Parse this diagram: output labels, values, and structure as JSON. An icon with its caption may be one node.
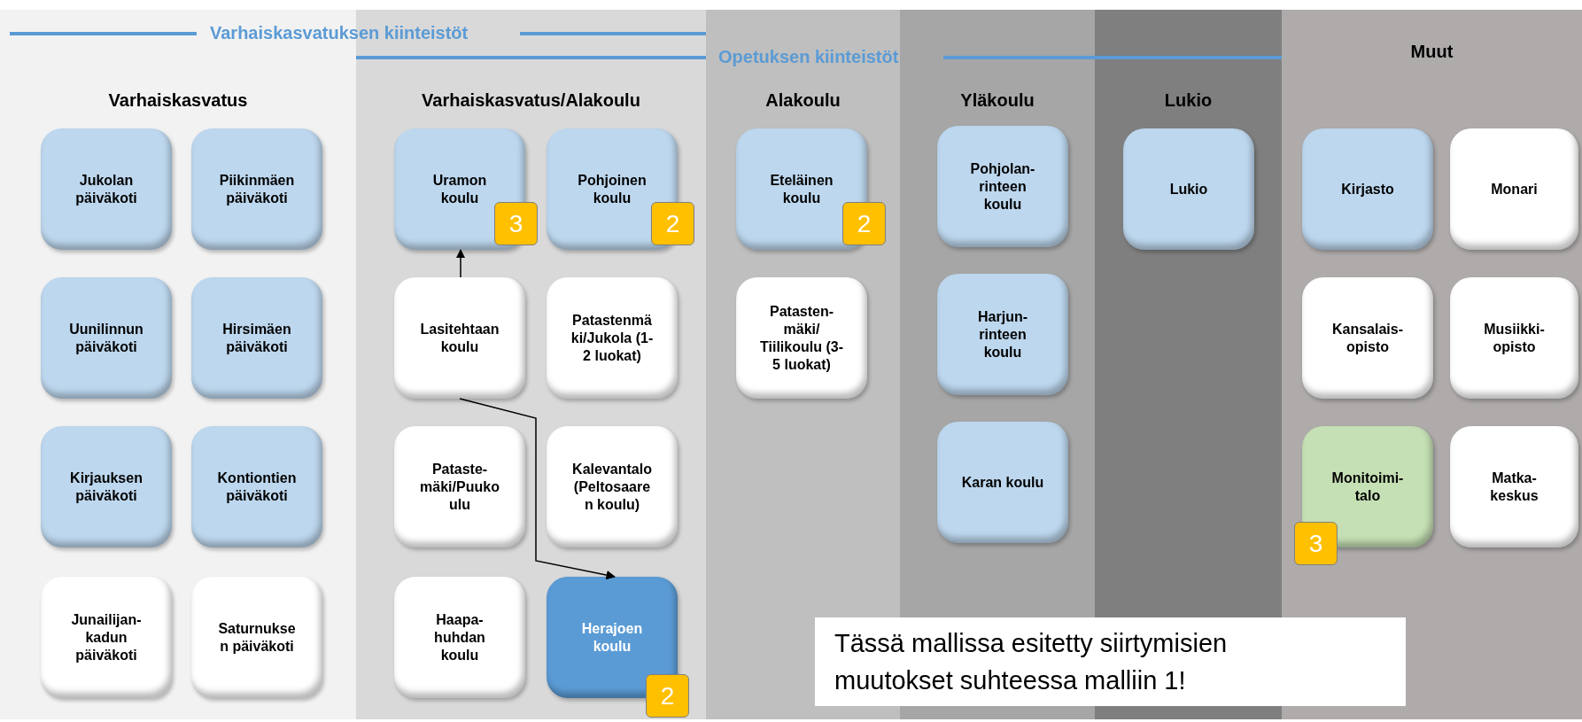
{
  "diagram": {
    "nodes": [
      {
        "text": [
          "Varhaiskasvatus"
        ]
      },
      {
        "text": [
          "Jukolan päiväkoti"
        ],
        "in": 0
      },
      {
        "text": [
          "Piikinmäen päiväkoti"
        ],
        "in": 0
      },
      {
        "text": [
          "Uunilinnun päiväkoti"
        ],
        "in": 0
      },
      {
        "text": [
          "Hirsimäen päiväkoti"
        ],
        "in": 0
      },
      {
        "text": [
          "Kirjauksen päiväkoti"
        ],
        "in": 0
      },
      {
        "text": [
          "Kontiontien päiväkoti"
        ],
        "in": 0
      },
      {
        "text": [
          "Junailijan- kadun päiväkoti"
        ],
        "in": 0
      },
      {
        "text": [
          "Saturnukse n päiväkoti"
        ],
        "in": 0
      },
      {
        "text": [
          "Varhaiskasvatus/Alakoulu"
        ]
      },
      {
        "text": [
          "Uramon koulu"
        ],
        "in": 9
      },
      {
        "text": [
          "3"
        ],
        "in": 9
      },
      {
        "text": [
          "Pohjoinen koulu"
        ],
        "in": 9
      },
      {
        "text": [
          "2"
        ],
        "in": 9
      },
      {
        "text": [
          "Lasitehtaan koulu"
        ],
        "in": 9
      },
      {
        "text": [
          "Patastenmä ki/Jukola (1-2 luokat)"
        ],
        "in": 9
      },
      {
        "text": [
          "Pataste- mäki/Puuko ulu"
        ],
        "in": 9
      },
      {
        "text": [
          "Kalevantalo (Peltosaare n koulu)"
        ],
        "in": 9
      },
      {
        "text": [
          "Haapa- huhdan koulu"
        ],
        "in": 9
      },
      {
        "text": [
          "Herajoen koulu"
        ],
        "in": 9
      },
      {
        "text": [
          "2"
        ],
        "in": 9
      },
      {
        "text": [
          "Alakoulu"
        ]
      },
      {
        "text": [
          "Eteläinen koulu"
        ],
        "in": 21
      },
      {
        "text": [
          "2"
        ],
        "in": 21
      },
      {
        "text": [
          "Patasten- mäki/ Tiilikoulu (3-5 luokat)"
        ],
        "in": 21
      },
      {
        "text": [
          "Yläkoulu"
        ]
      },
      {
        "text": [
          "Pohjolan- rinteen koulu"
        ],
        "in": 25
      },
      {
        "text": [
          "Harjun- rinteen koulu"
        ],
        "in": 25
      },
      {
        "text": [
          "Karan koulu"
        ],
        "in": 25
      },
      {
        "text": [
          "Lukio"
        ]
      },
      {
        "text": [
          "Lukio"
        ],
        "in": 29
      },
      {
        "text": [
          "Muut"
        ]
      },
      {
        "text": [
          "Kirjasto"
        ],
        "in": 31
      },
      {
        "text": [
          "Monari"
        ],
        "in": 31
      },
      {
        "text": [
          "Kansalais- opisto"
        ],
        "in": 31
      },
      {
        "text": [
          "Musiikki- opisto"
        ],
        "in": 31
      },
      {
        "text": [
          "Monitoimi- talo"
        ],
        "in": 31
      },
      {
        "text": [
          "3"
        ],
        "in": 31
      },
      {
        "text": [
          "Matka- keskus"
        ],
        "in": 31
      },
      {
        "text": [
          "Tässä mallissa esitetty siirtymisien muutokset suhteessa malliin 1!"
        ]
      }
    ],
    "edges": [
      {
        "from": 14,
        "to": 10,
        "arrow": "to"
      },
      {
        "from": 14,
        "to": 19,
        "arrow": "to"
      }
    ],
    "labels": [
      "Varhaiskasvatuksen kiinteistöt",
      "Opetuksen kiinteistöt"
    ]
  }
}
